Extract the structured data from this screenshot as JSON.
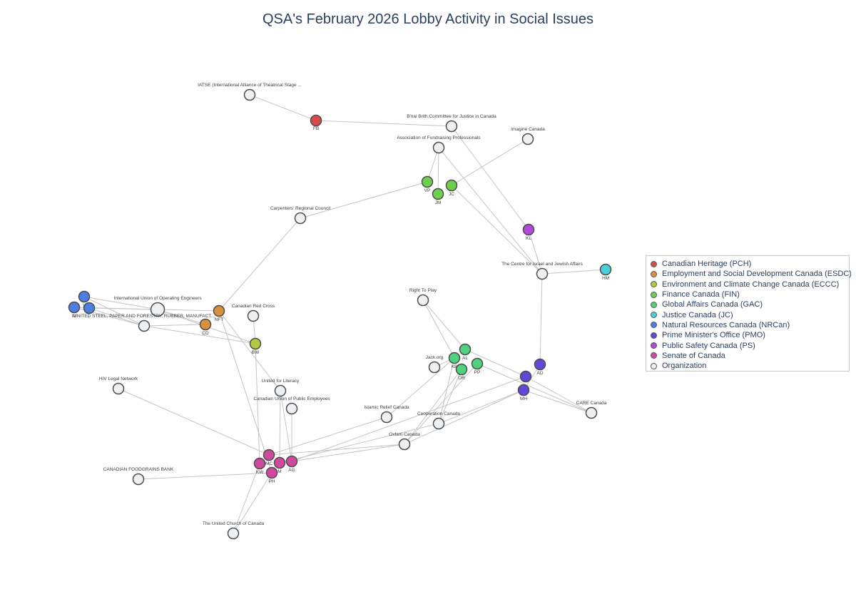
{
  "title": "QSA's February 2026 Lobby Activity in Social Issues",
  "legend": [
    {
      "name": "Canadian Heritage (PCH)",
      "color": "#d94a4a"
    },
    {
      "name": "Employment and Social Development Canada (ESDC)",
      "color": "#d8913f"
    },
    {
      "name": "Environment and Climate Change Canada (ECCC)",
      "color": "#b5c93f"
    },
    {
      "name": "Finance Canada (FIN)",
      "color": "#6ccf4d"
    },
    {
      "name": "Global Affairs Canada (GAC)",
      "color": "#4fd17e"
    },
    {
      "name": "Justice Canada (JC)",
      "color": "#48d0d6"
    },
    {
      "name": "Natural Resources Canada (NRCan)",
      "color": "#4c7fe0"
    },
    {
      "name": "Prime Minister's Office (PMO)",
      "color": "#6447d6"
    },
    {
      "name": "Public Safety Canada (PS)",
      "color": "#b24ad8"
    },
    {
      "name": "Senate of Canada",
      "color": "#cf4a9f"
    },
    {
      "name": "Organization",
      "color": "#eef1f4"
    }
  ],
  "chart_data": {
    "type": "network",
    "title": "QSA's February 2026 Lobby Activity in Social Issues",
    "nodes": [
      {
        "id": "FB",
        "label": "FB",
        "group": "Canadian Heritage (PCH)"
      },
      {
        "id": "NFT",
        "label": "NFT",
        "group": "Employment and Social Development Canada (ESDC)"
      },
      {
        "id": "CD",
        "label": "CD",
        "group": "Employment and Social Development Canada (ESDC)"
      },
      {
        "id": "BW",
        "label": "BW",
        "group": "Environment and Climate Change Canada (ECCC)"
      },
      {
        "id": "VP",
        "label": "VP",
        "group": "Finance Canada (FIN)"
      },
      {
        "id": "JM",
        "label": "JM",
        "group": "Finance Canada (FIN)"
      },
      {
        "id": "JC",
        "label": "JC",
        "group": "Finance Canada (FIN)"
      },
      {
        "id": "AL",
        "label": "AL",
        "group": "Global Affairs Canada (GAC)"
      },
      {
        "id": "KB",
        "label": "KB",
        "group": "Global Affairs Canada (GAC)"
      },
      {
        "id": "OR",
        "label": "OR",
        "group": "Global Affairs Canada (GAC)"
      },
      {
        "id": "PP",
        "label": "PP",
        "group": "Global Affairs Canada (GAC)"
      },
      {
        "id": "HM",
        "label": "HM",
        "group": "Justice Canada (JC)"
      },
      {
        "id": "V",
        "label": "V",
        "group": "Natural Resources Canada (NRCan)"
      },
      {
        "id": "IM",
        "label": "IM",
        "group": "Natural Resources Canada (NRCan)"
      },
      {
        "id": "NR3",
        "label": "",
        "group": "Natural Resources Canada (NRCan)"
      },
      {
        "id": "AD",
        "label": "AD",
        "group": "Prime Minister's Office (PMO)"
      },
      {
        "id": "MH",
        "label": "MH",
        "group": "Prime Minister's Office (PMO)"
      },
      {
        "id": "PMO3",
        "label": "",
        "group": "Prime Minister's Office (PMO)"
      },
      {
        "id": "KL",
        "label": "KL",
        "group": "Public Safety Canada (PS)"
      },
      {
        "id": "MC",
        "label": "MC",
        "group": "Senate of Canada"
      },
      {
        "id": "KW",
        "label": "KW",
        "group": "Senate of Canada"
      },
      {
        "id": "M",
        "label": "M",
        "group": "Senate of Canada"
      },
      {
        "id": "AG",
        "label": "AG",
        "group": "Senate of Canada"
      },
      {
        "id": "PH",
        "label": "PH",
        "group": "Senate of Canada"
      },
      {
        "id": "IATSE",
        "label": "IATSE (International Alliance of Theatrical Stage ...",
        "group": "Organization"
      },
      {
        "id": "BNAI",
        "label": "B'nai Brith Committee for Justice in Canada",
        "group": "Organization"
      },
      {
        "id": "IMAG",
        "label": "Imagine Canada",
        "group": "Organization"
      },
      {
        "id": "AFP",
        "label": "Association of Fundraising Professionals",
        "group": "Organization"
      },
      {
        "id": "CARP",
        "label": "Carpenters' Regional Council",
        "group": "Organization"
      },
      {
        "id": "CIJA",
        "label": "The Centre for Israel and Jewish Affairs",
        "group": "Organization"
      },
      {
        "id": "IUOE",
        "label": "International Union of Operating Engineers",
        "group": "Organization"
      },
      {
        "id": "USW",
        "label": "UNITED STEEL, PAPER AND FORESTRY, RUBBER, MANUFACT...",
        "group": "Organization"
      },
      {
        "id": "CRC",
        "label": "Canadian Red Cross",
        "group": "Organization"
      },
      {
        "id": "RTP",
        "label": "Right To Play",
        "group": "Organization"
      },
      {
        "id": "JACK",
        "label": "Jack.org",
        "group": "Organization"
      },
      {
        "id": "HIV",
        "label": "HIV Legal Network",
        "group": "Organization"
      },
      {
        "id": "UFL",
        "label": "United for Literacy",
        "group": "Organization"
      },
      {
        "id": "CUPE",
        "label": "Canadian Union of Public Employees",
        "group": "Organization"
      },
      {
        "id": "IRC",
        "label": "Islamic Relief Canada",
        "group": "Organization"
      },
      {
        "id": "COOP",
        "label": "Cooperation Canada",
        "group": "Organization"
      },
      {
        "id": "CARE",
        "label": "CARE Canada",
        "group": "Organization"
      },
      {
        "id": "OXF",
        "label": "Oxfam Canada",
        "group": "Organization"
      },
      {
        "id": "CFGB",
        "label": "CANADIAN FOODGRAINS BANK",
        "group": "Organization"
      },
      {
        "id": "UCC",
        "label": "The United Church of Canada",
        "group": "Organization"
      }
    ],
    "edges": [
      [
        "IATSE",
        "FB"
      ],
      [
        "FB",
        "BNAI"
      ],
      [
        "BNAI",
        "KL"
      ],
      [
        "KL",
        "CIJA"
      ],
      [
        "CIJA",
        "HM"
      ],
      [
        "CIJA",
        "AD"
      ],
      [
        "AFP",
        "VP"
      ],
      [
        "AFP",
        "JM"
      ],
      [
        "AFP",
        "CIJA"
      ],
      [
        "IMAG",
        "JC"
      ],
      [
        "JC",
        "CIJA"
      ],
      [
        "VP",
        "CARP"
      ],
      [
        "CARP",
        "NFT"
      ],
      [
        "V",
        "IUOE"
      ],
      [
        "V",
        "USW"
      ],
      [
        "IM",
        "IUOE"
      ],
      [
        "IM",
        "USW"
      ],
      [
        "NR3",
        "IUOE"
      ],
      [
        "NR3",
        "USW"
      ],
      [
        "IUOE",
        "NFT"
      ],
      [
        "IUOE",
        "CD"
      ],
      [
        "IUOE",
        "BW"
      ],
      [
        "USW",
        "CD"
      ],
      [
        "USW",
        "BW"
      ],
      [
        "NFT",
        "PH"
      ],
      [
        "NFT",
        "UFL"
      ],
      [
        "CRC",
        "BW"
      ],
      [
        "BW",
        "KW"
      ],
      [
        "RTP",
        "AL"
      ],
      [
        "RTP",
        "KB"
      ],
      [
        "JACK",
        "KB"
      ],
      [
        "AL",
        "PMO3"
      ],
      [
        "PP",
        "CARE"
      ],
      [
        "MH",
        "CARE"
      ],
      [
        "PMO3",
        "CARE"
      ],
      [
        "AD",
        "MH"
      ],
      [
        "KB",
        "IRC"
      ],
      [
        "OR",
        "COOP"
      ],
      [
        "OR",
        "OXF"
      ],
      [
        "PP",
        "OXF"
      ],
      [
        "MH",
        "COOP"
      ],
      [
        "MH",
        "OXF"
      ],
      [
        "PMO3",
        "AG"
      ],
      [
        "IRC",
        "MC"
      ],
      [
        "COOP",
        "M"
      ],
      [
        "OXF",
        "MC"
      ],
      [
        "OXF",
        "AG"
      ],
      [
        "HIV",
        "MC"
      ],
      [
        "UFL",
        "M"
      ],
      [
        "UFL",
        "AG"
      ],
      [
        "CUPE",
        "AG"
      ],
      [
        "CFGB",
        "PH"
      ],
      [
        "UCC",
        "KW"
      ],
      [
        "UCC",
        "PH"
      ],
      [
        "KB",
        "COOP"
      ]
    ]
  }
}
